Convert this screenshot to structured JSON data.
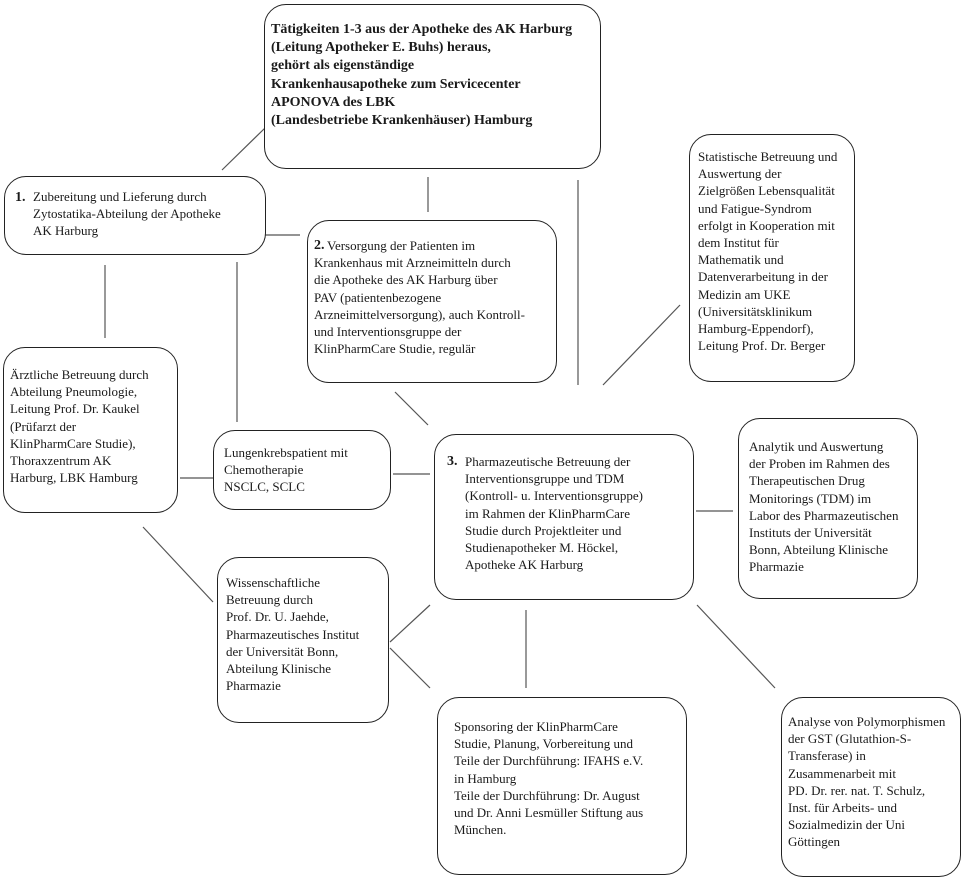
{
  "nodes": {
    "central": {
      "text": "Tätigkeiten 1-3 aus der Apotheke des AK Harburg\n(Leitung Apotheker E. Buhs) heraus,\ngehört als eigenständige\nKrankenhausapotheke zum Servicecenter\nAPONOVA des LBK\n(Landesbetriebe Krankenhäuser) Hamburg"
    },
    "zubereitung": {
      "number": "1.",
      "text": "Zubereitung und Lieferung durch\nZytostatika-Abteilung der Apotheke\nAK Harburg"
    },
    "versorgung": {
      "number": "2.",
      "text": "Versorgung der Patienten im\nKrankenhaus mit Arzneimitteln durch\ndie Apotheke des AK Harburg über\nPAV (patientenbezogene\nArzneimittelversorgung), auch Kontroll-\nund Interventionsgruppe der\nKlinPharmCare Studie, regulär"
    },
    "statistik": {
      "text": "Statistische Betreuung und\nAuswertung der\nZielgrößen Lebensqualität\nund Fatigue-Syndrom\nerfolgt in Kooperation mit\ndem Institut für\nMathematik und\nDatenverarbeitung in der\nMedizin am UKE\n(Universitätsklinikum\nHamburg-Eppendorf),\nLeitung Prof. Dr. Berger"
    },
    "aerztlich": {
      "text": "Ärztliche Betreuung durch\nAbteilung Pneumologie,\nLeitung Prof. Dr. Kaukel\n(Prüfarzt der\nKlinPharmCare Studie),\nThoraxzentrum AK\nHarburg, LBK Hamburg"
    },
    "patient": {
      "text": "Lungenkrebspatient mit\nChemotherapie\nNSCLC, SCLC"
    },
    "pharmazeutisch": {
      "number": "3.",
      "text": "Pharmazeutische Betreuung der\nInterventionsgruppe und TDM\n(Kontroll- u. Interventionsgruppe)\nim Rahmen der KlinPharmCare\nStudie durch Projektleiter und\nStudienapotheker M. Höckel,\nApotheke AK Harburg"
    },
    "analytik": {
      "text": "Analytik und Auswertung\nder Proben im Rahmen des\nTherapeutischen Drug\nMonitorings (TDM) im\nLabor des Pharmazeutischen\nInstituts der Universität\nBonn, Abteilung Klinische\nPharmazie"
    },
    "wissenschaft": {
      "text": "Wissenschaftliche\nBetreuung durch\nProf. Dr. U. Jaehde,\nPharmazeutisches Institut\nder Universität Bonn,\nAbteilung Klinische\nPharmazie"
    },
    "sponsoring": {
      "text": "Sponsoring der KlinPharmCare\nStudie, Planung, Vorbereitung und\nTeile der Durchführung: IFAHS e.V.\nin Hamburg\nTeile der Durchführung: Dr. August\nund Dr. Anni Lesmüller Stiftung aus\nMünchen."
    },
    "polymorph": {
      "text": "Analyse von Polymorphismen\nder GST (Glutathion-S-\nTransferase) in\nZusammenarbeit mit\nPD. Dr. rer. nat. T. Schulz,\nInst. für Arbeits- und\nSozialmedizin der Uni\nGöttingen"
    }
  }
}
